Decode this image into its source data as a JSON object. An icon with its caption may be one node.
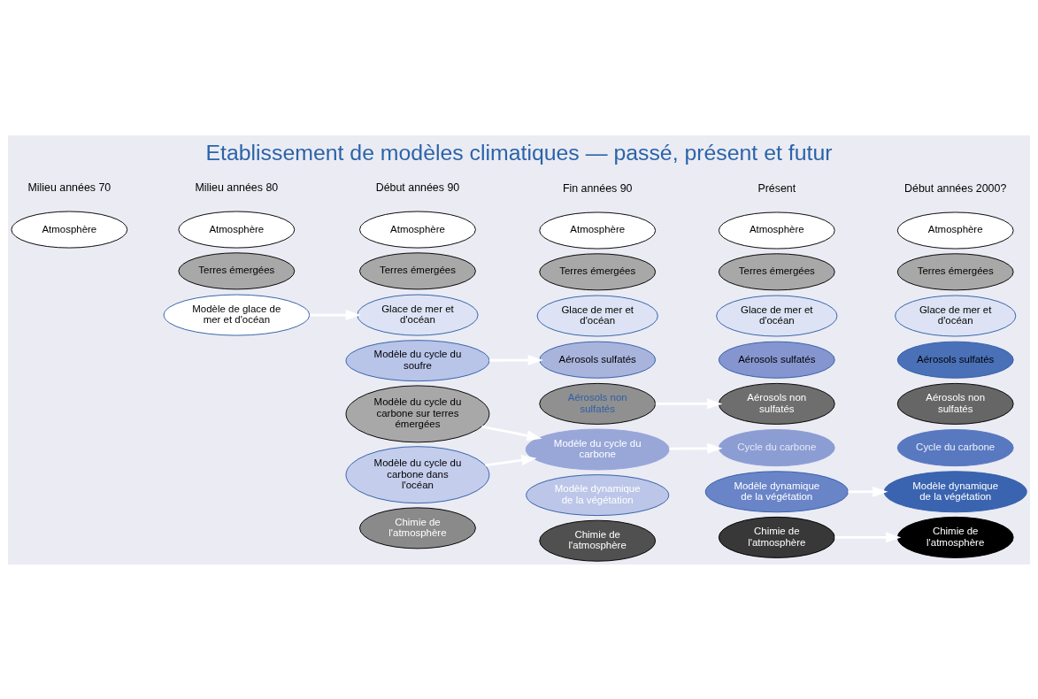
{
  "diagram": {
    "title": "Etablissement de modèles climatiques — passé, présent et futur",
    "nodes": [
      {
        "text": [
          "Atmosphère"
        ]
      },
      {
        "text": [
          "Atmosphère"
        ]
      },
      {
        "text": [
          "Terres émergées"
        ]
      },
      {
        "text": [
          "Modèle de glace de mer et d'océan"
        ]
      },
      {
        "text": [
          "Atmosphère"
        ]
      },
      {
        "text": [
          "Terres émergées"
        ]
      },
      {
        "text": [
          "Glace de mer et d'océan"
        ]
      },
      {
        "text": [
          "Modèle du cycle du soufre"
        ]
      },
      {
        "text": [
          "Modèle du cycle du carbone sur terres émergées"
        ]
      },
      {
        "text": [
          "Modèle du cycle du carbone dans l'océan"
        ]
      },
      {
        "text": [
          "Chimie de l'atmosphère"
        ]
      },
      {
        "text": [
          "Atmosphère"
        ]
      },
      {
        "text": [
          "Terres émergées"
        ]
      },
      {
        "text": [
          "Glace de mer et d'océan"
        ]
      },
      {
        "text": [
          "Aérosols sulfatés"
        ]
      },
      {
        "text": [
          "Aérosols non sulfatés"
        ]
      },
      {
        "text": [
          "Modèle du cycle du carbone"
        ]
      },
      {
        "text": [
          "Modèle dynamique de la végétation"
        ]
      },
      {
        "text": [
          "Chimie de l'atmosphère"
        ]
      },
      {
        "text": [
          "Atmosphère"
        ]
      },
      {
        "text": [
          "Terres émergées"
        ]
      },
      {
        "text": [
          "Glace de mer et d'océan"
        ]
      },
      {
        "text": [
          "Aérosols sulfatés"
        ]
      },
      {
        "text": [
          "Aérosols non sulfatés"
        ]
      },
      {
        "text": [
          "Cycle du carbone"
        ]
      },
      {
        "text": [
          "Modèle dynamique de la végétation"
        ]
      },
      {
        "text": [
          "Chimie de l'atmosphère"
        ]
      },
      {
        "text": [
          "Atmosphère"
        ]
      },
      {
        "text": [
          "Terres émergées"
        ]
      },
      {
        "text": [
          "Glace de mer et d'océan"
        ]
      },
      {
        "text": [
          "Aérosols sulfatés"
        ]
      },
      {
        "text": [
          "Aérosols non sulfatés"
        ]
      },
      {
        "text": [
          "Cycle du carbone"
        ]
      },
      {
        "text": [
          "Modèle dynamique de la végétation"
        ]
      },
      {
        "text": [
          "Chimie de l'atmosphère"
        ]
      }
    ],
    "edges": [
      {
        "from": 3,
        "to": 6,
        "arrow": "to"
      },
      {
        "from": 7,
        "to": 14,
        "arrow": "to"
      },
      {
        "from": 15,
        "to": 23,
        "arrow": "to"
      },
      {
        "from": 8,
        "to": 16,
        "arrow": "to"
      },
      {
        "from": 9,
        "to": 16,
        "arrow": "to"
      },
      {
        "from": 16,
        "to": 24,
        "arrow": "to"
      },
      {
        "from": 25,
        "to": 33,
        "arrow": "to"
      },
      {
        "from": 26,
        "to": 34,
        "arrow": "to"
      }
    ],
    "labels": [
      "Milieu années 70",
      "Milieu années 80",
      "Début années 90",
      "Fin années 90",
      "Présent",
      "Début années 2000?"
    ]
  }
}
